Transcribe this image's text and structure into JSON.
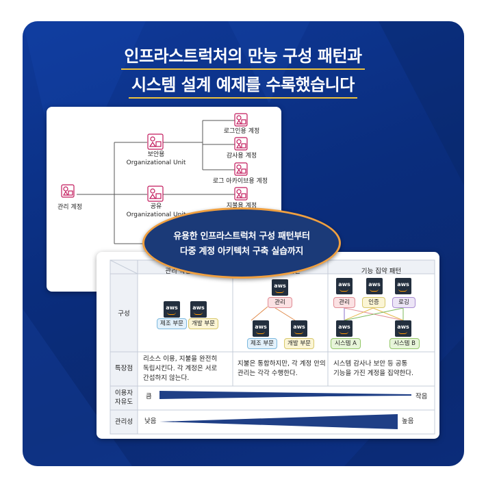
{
  "headline": {
    "line1": "인프라스트럭처의 만능 구성 패턴과",
    "line2": "시스템 설계 예제를 수록했습니다"
  },
  "org_chart": {
    "root": "관리 계정",
    "ou_security": {
      "line1": "보안용",
      "line2": "Organizational Unit"
    },
    "ou_shared": {
      "line1": "공유",
      "line2": "Organizational Unit"
    },
    "accounts": [
      "로그인용 계정",
      "감사용 계정",
      "로그 아카이브용 계정",
      "지불용 계정"
    ]
  },
  "callout": {
    "line1": "유용한 인프라스트럭처 구성 패턴부터",
    "line2": "다중 계정 아키텍처 구축 실습까지"
  },
  "comparison_table": {
    "columns": [
      "관리 독립 패턴",
      "지불 통합 패턴",
      "기능 집약 패턴"
    ],
    "row_labels": {
      "structure": "구성",
      "feature": "특장점",
      "freedom_line1": "이용자",
      "freedom_line2": "자유도",
      "manageability": "관리성"
    },
    "aws_label": "aws",
    "pattern1_tags": [
      "제조 부문",
      "개발 부문"
    ],
    "pattern2_top": "관리",
    "pattern2_tags": [
      "제조 부문",
      "개발 부문"
    ],
    "pattern3_top": [
      "관리",
      "인증",
      "로깅"
    ],
    "pattern3_bottom": [
      "시스템 A",
      "시스템 B"
    ],
    "features": [
      [
        "리소스 이용, 지불을 완전히",
        "독립시킨다. 각 계정은 서로",
        "간섭하지 않는다."
      ],
      [
        "지불은 통합하지만, 각 계정 안의",
        "관리는 각각 수행한다."
      ],
      [
        "시스템 감사나 보안 등 공통",
        "기능을 가진 계정을 집약한다."
      ]
    ],
    "freedom": {
      "left": "큼",
      "right": "작음"
    },
    "manageability": {
      "left": "낮음",
      "right": "높음"
    },
    "accent_color": "#1f3f86"
  }
}
